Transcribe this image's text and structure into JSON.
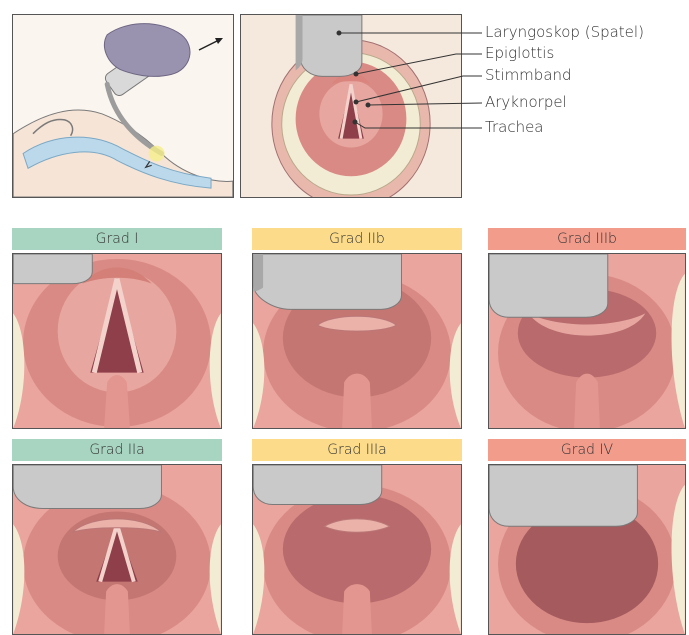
{
  "callouts": {
    "laryngoskop": "Laryngoskop (Spatel)",
    "epiglottis": "Epiglottis",
    "stimmband": "Stimmband",
    "aryknorpel": "Aryknorpel",
    "trachea": "Trachea"
  },
  "grades": [
    {
      "label": "Grad I",
      "color": "#a8d5c2"
    },
    {
      "label": "Grad IIb",
      "color": "#fcdc8a"
    },
    {
      "label": "Grad IIIb",
      "color": "#f29c8c"
    },
    {
      "label": "Grad IIa",
      "color": "#a8d5c2"
    },
    {
      "label": "Grad IIIa",
      "color": "#fcdc8a"
    },
    {
      "label": "Grad IV",
      "color": "#f29c8c"
    }
  ],
  "colors": {
    "tissue": "#e9a59e",
    "tissue_dark": "#c86b6b",
    "cavity": "#8e3f4a",
    "teeth": "#f3ecd5",
    "blade": "#c9c9c9",
    "glove": "#9a93b0"
  }
}
